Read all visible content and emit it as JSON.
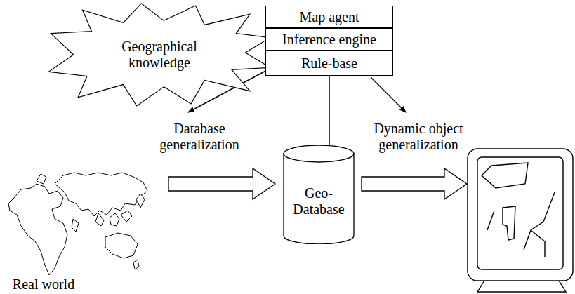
{
  "diagram": {
    "nodes": [
      {
        "text": [
          "Geographical knowledge"
        ]
      },
      {
        "text": [
          "Map agent"
        ]
      },
      {
        "text": [
          "Inference engine"
        ]
      },
      {
        "text": [
          "Rule-base"
        ]
      },
      {
        "text": [
          "Geo- Database"
        ]
      }
    ],
    "edges": [
      {
        "from": 3,
        "to": 4,
        "arrow": "none"
      }
    ],
    "labels": [
      "Database generalization",
      "Dynamic object generalization",
      "Real world"
    ]
  }
}
